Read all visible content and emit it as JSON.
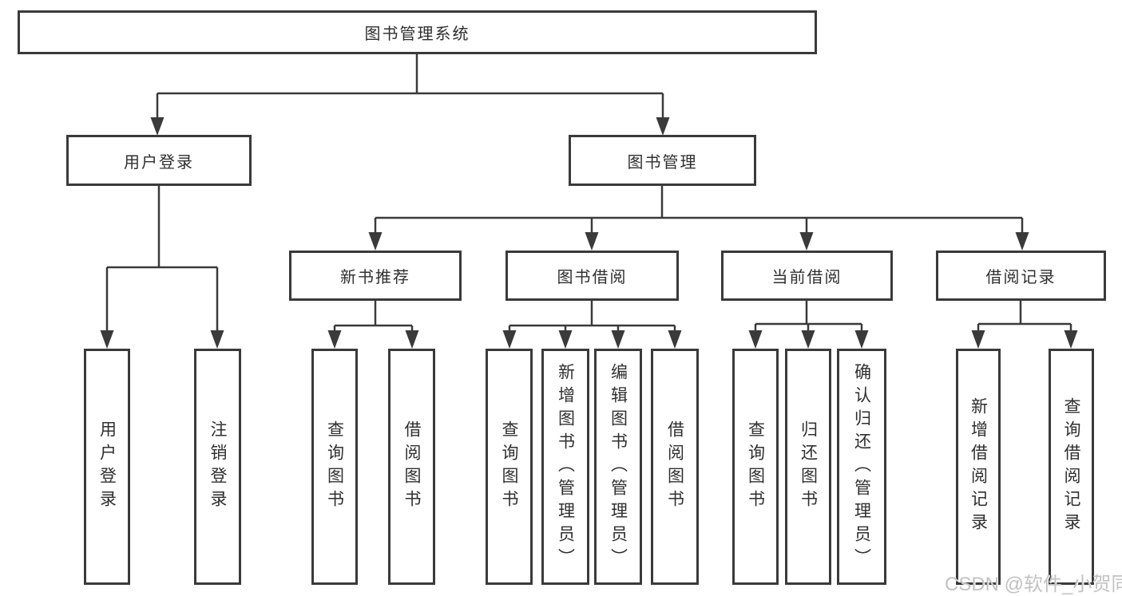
{
  "tree": {
    "root": {
      "label": "图书管理系统"
    },
    "branches": [
      {
        "label": "用户登录",
        "children": [
          {
            "label": "用户登录"
          },
          {
            "label": "注销登录"
          }
        ]
      },
      {
        "label": "图书管理",
        "children": [
          {
            "label": "新书推荐",
            "children": [
              {
                "label": "查询图书"
              },
              {
                "label": "借阅图书"
              }
            ]
          },
          {
            "label": "图书借阅",
            "children": [
              {
                "label": "查询图书"
              },
              {
                "label": "新增图书（管理员）"
              },
              {
                "label": "编辑图书（管理员）"
              },
              {
                "label": "借阅图书"
              }
            ]
          },
          {
            "label": "当前借阅",
            "children": [
              {
                "label": "查询图书"
              },
              {
                "label": "归还图书"
              },
              {
                "label": "确认归还（管理员）"
              }
            ]
          },
          {
            "label": "借阅记录",
            "children": [
              {
                "label": "新增借阅记录"
              },
              {
                "label": "查询借阅记录"
              }
            ]
          }
        ]
      }
    ]
  },
  "watermark": {
    "text": "CSDN @软件_小贺同学"
  },
  "colors": {
    "line": "#3a3a3a",
    "text": "#2f2f2f",
    "background": "#ffffff",
    "watermark": "#c2c2c2"
  }
}
